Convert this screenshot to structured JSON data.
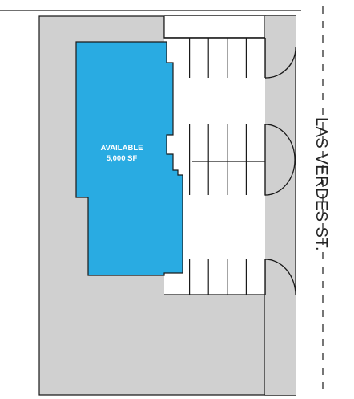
{
  "street": {
    "name": "LAS VERDES ST."
  },
  "unit": {
    "status": "AVAILABLE",
    "size": "5,000 SF"
  },
  "colors": {
    "lot": "#d0d0d0",
    "available": "#29abe2",
    "outline": "#1a1a1a",
    "background": "#ffffff"
  },
  "parking": {
    "row_top_stalls": 5,
    "row_middle_stalls": 5,
    "row_bottom_stalls": 5
  }
}
